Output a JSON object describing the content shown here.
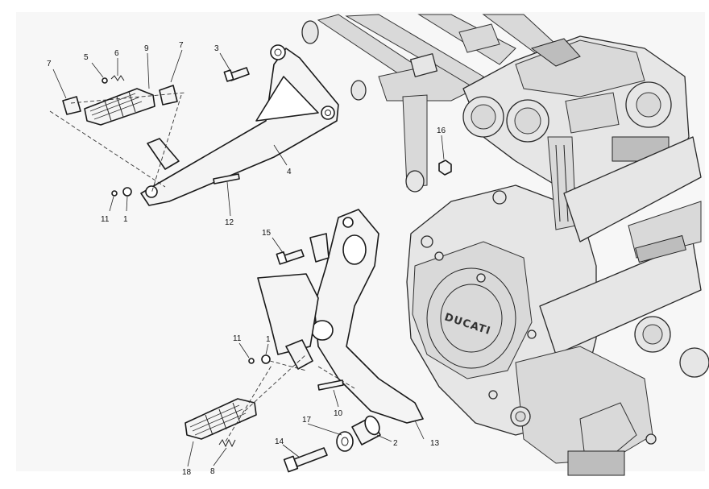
{
  "callouts": {
    "c1a": "1",
    "c1b": "1",
    "c2": "2",
    "c3": "3",
    "c4": "4",
    "c5": "5",
    "c6": "6",
    "c7a": "7",
    "c7b": "7",
    "c8": "8",
    "c9": "9",
    "c10": "10",
    "c11a": "11",
    "c11b": "11",
    "c12": "12",
    "c13": "13",
    "c14": "14",
    "c15": "15",
    "c16": "16",
    "c17": "17",
    "c18": "18"
  },
  "engine_logo": "DUCATI"
}
